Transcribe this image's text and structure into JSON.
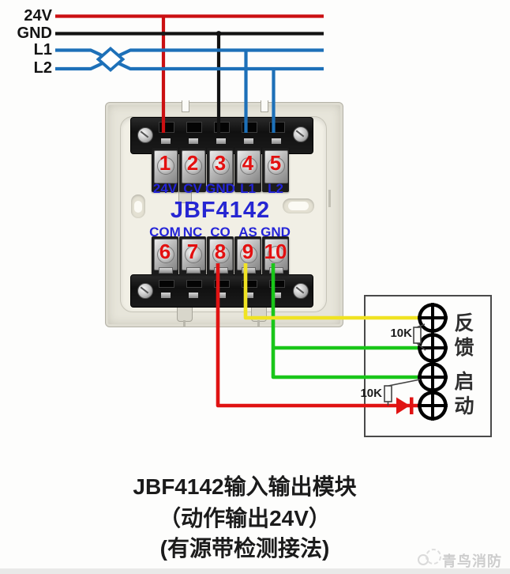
{
  "colors": {
    "wire_24v": "#cb1012",
    "wire_gnd": "#121212",
    "wire_signal": "#1d70b8",
    "wire_output": "#e01313",
    "wire_as": "#f0e322",
    "wire_common": "#19c619",
    "label_blue": "#2424d8",
    "number_red": "#e31010",
    "module_name_blue": "#2626d2"
  },
  "bus": {
    "labels": [
      "24V",
      "GND",
      "L1",
      "L2"
    ]
  },
  "module": {
    "name": "JBF4142",
    "top_terminals": [
      {
        "num": "1",
        "label": "24V"
      },
      {
        "num": "2",
        "label": "CV"
      },
      {
        "num": "3",
        "label": "GND"
      },
      {
        "num": "4",
        "label": "L1"
      },
      {
        "num": "5",
        "label": "L2"
      }
    ],
    "bottom_terminals": [
      {
        "num": "6",
        "label": "COM"
      },
      {
        "num": "7",
        "label": "NC"
      },
      {
        "num": "8",
        "label": "CO"
      },
      {
        "num": "9",
        "label": "AS"
      },
      {
        "num": "10",
        "label": "GND"
      }
    ]
  },
  "device_box": {
    "feedback_label": "反馈",
    "start_label": "启动",
    "resistor_top_label": "10K",
    "resistor_bottom_label": "10K"
  },
  "caption": {
    "line1": "JBF4142输入输出模块",
    "line2": "（动作输出24V）",
    "line3": "(有源带检测接法)"
  },
  "watermark": {
    "text": "青鸟消防"
  }
}
